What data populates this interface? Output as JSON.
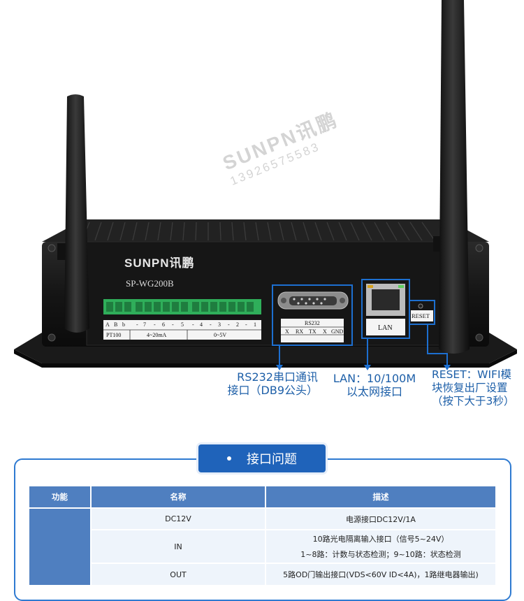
{
  "watermark": {
    "brand": "SUNPN讯鹏",
    "phone": "13926575583"
  },
  "device": {
    "brand": "SUNPN讯鹏",
    "model": "SP-WG200B",
    "terminal_row1": [
      "A",
      "B",
      "b",
      "-",
      "7",
      "-",
      "6",
      "-",
      "5",
      "-",
      "4",
      "-",
      "3",
      "-",
      "2",
      "-",
      "1"
    ],
    "terminal_groups": [
      "PT100",
      "4~20mA",
      "0~5V"
    ],
    "rs232_label": "RS232",
    "rs232_pins": [
      "X",
      "RX",
      "TX",
      "X",
      "GND"
    ],
    "lan_port_label": "LAN",
    "reset_label": "RESET"
  },
  "callouts": {
    "rs232": [
      "RS232串口通讯",
      "接口（DB9公头）"
    ],
    "lan": [
      "LAN：10/100M",
      "以太网接口"
    ],
    "reset": [
      "RESET：WIFI模",
      "块恢复出厂设置",
      "（按下大于3秒）"
    ]
  },
  "section": {
    "title": "接口问题"
  },
  "table": {
    "headers": [
      "功能",
      "名称",
      "描述"
    ],
    "rows": [
      {
        "name": "DC12V",
        "desc": [
          "电源接口DC12V/1A"
        ]
      },
      {
        "name": "IN",
        "desc": [
          "10路光电隔离输入接口（信号5~24V）",
          "1~8路：计数与状态检测；9~10路：状态检测"
        ]
      },
      {
        "name": "OUT",
        "desc": [
          "5路OD门输出接口(VDS<60V ID<4A)，1路继电器输出)"
        ]
      }
    ]
  },
  "colors": {
    "accent": "#1f63ba",
    "callout": "#1d5fa8",
    "header": "#4f7fc0"
  }
}
